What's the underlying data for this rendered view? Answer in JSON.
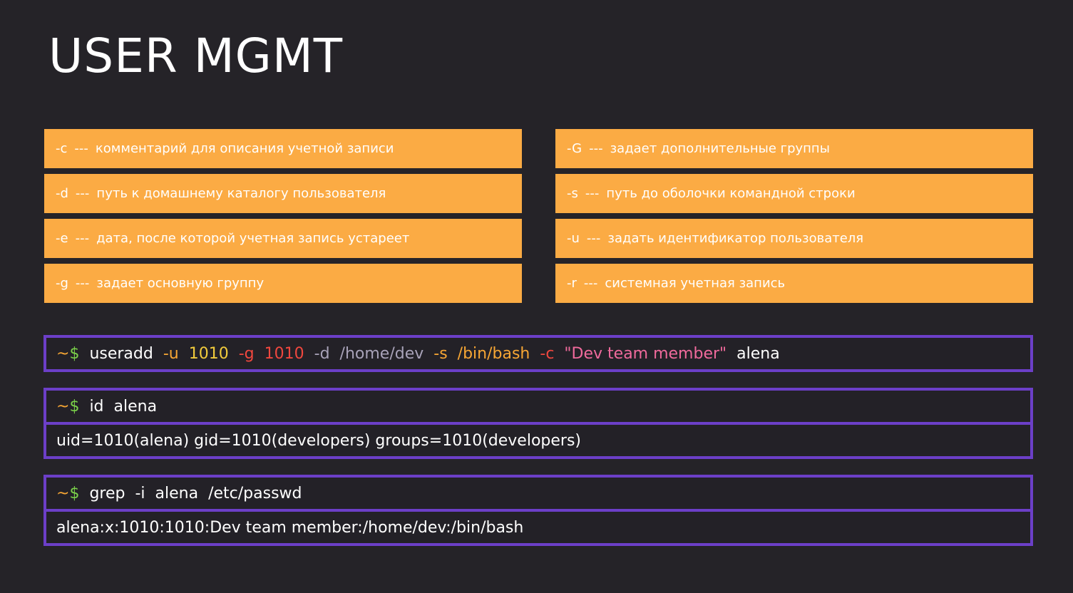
{
  "title": "USER MGMT",
  "options_left": [
    {
      "flag": "-c",
      "sep": "---",
      "desc": "комментарий для описания учетной записи"
    },
    {
      "flag": "-d",
      "sep": "---",
      "desc": "путь к домашнему каталогу пользователя"
    },
    {
      "flag": "-e",
      "sep": "---",
      "desc": "дата, после которой учетная запись устареет"
    },
    {
      "flag": "-g",
      "sep": "---",
      "desc": "задает основную группу"
    }
  ],
  "options_right": [
    {
      "flag": "-G",
      "sep": "---",
      "desc": "задает дополнительные группы"
    },
    {
      "flag": "-s",
      "sep": "---",
      "desc": "путь до оболочки командной строки"
    },
    {
      "flag": "-u",
      "sep": "---",
      "desc": "задать идентификатор пользователя"
    },
    {
      "flag": "-r",
      "sep": "---",
      "desc": "системная учетная запись"
    }
  ],
  "prompt": {
    "tilde": "~",
    "dollar": "$"
  },
  "commands": [
    {
      "tokens": [
        {
          "text": "useradd",
          "color": "white"
        },
        {
          "text": "-u",
          "color": "orange"
        },
        {
          "text": "1010",
          "color": "yellow"
        },
        {
          "text": "-g",
          "color": "red"
        },
        {
          "text": "1010",
          "color": "red"
        },
        {
          "text": "-d",
          "color": "gray"
        },
        {
          "text": "/home/dev",
          "color": "gray"
        },
        {
          "text": "-s",
          "color": "orange"
        },
        {
          "text": "/bin/bash",
          "color": "orange"
        },
        {
          "text": "-c",
          "color": "red"
        },
        {
          "text": "\"Dev team member\"",
          "color": "pink"
        },
        {
          "text": "alena",
          "color": "white"
        }
      ],
      "output": null
    },
    {
      "tokens": [
        {
          "text": "id",
          "color": "white"
        },
        {
          "text": "alena",
          "color": "white"
        }
      ],
      "output": "uid=1010(alena) gid=1010(developers) groups=1010(developers)"
    },
    {
      "tokens": [
        {
          "text": "grep",
          "color": "white"
        },
        {
          "text": "-i",
          "color": "white"
        },
        {
          "text": "alena",
          "color": "white"
        },
        {
          "text": "/etc/passwd",
          "color": "white"
        }
      ],
      "output": "alena:x:1010:1010:Dev team member:/home/dev:/bin/bash"
    }
  ],
  "colors": {
    "background": "#252328",
    "option_bg": "#fbab44",
    "terminal_border": "#6c3fc8",
    "prompt_tilde": "#f7a634",
    "prompt_dollar": "#7bd14a"
  }
}
